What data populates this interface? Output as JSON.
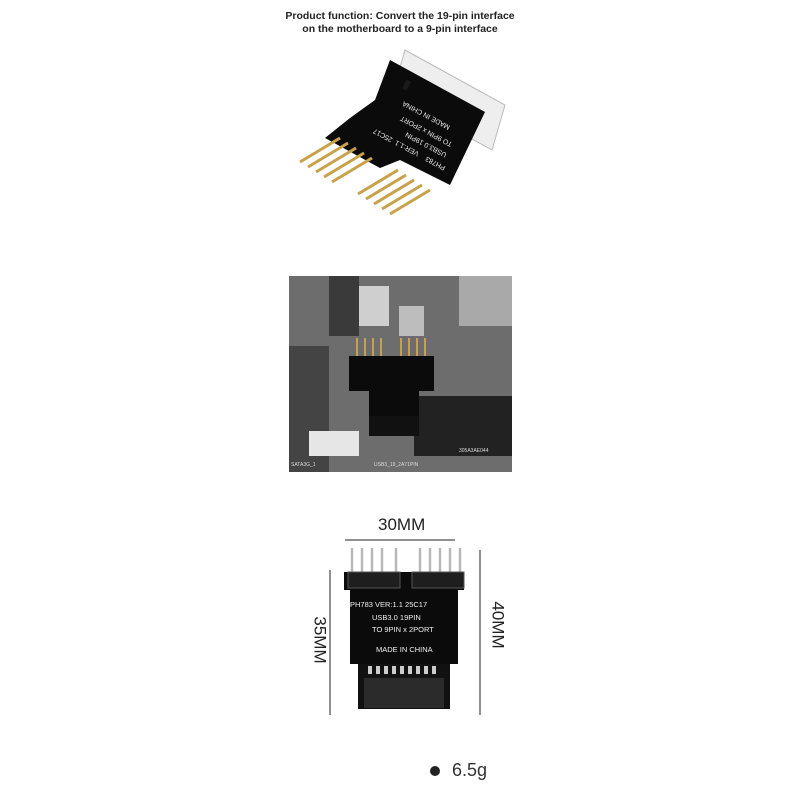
{
  "title_line1": "Product function: Convert the 19-pin interface",
  "title_line2": "on the motherboard to a 9-pin interface",
  "board": {
    "line1": "PH783   VER:1.1   25C17",
    "line2": "USB3.0 19PIN",
    "line3": "TO 9PIN x  2PORT",
    "line4": "MADE IN CHINA"
  },
  "photo1_board": {
    "l1": "PH783",
    "l2": "VER:1.1",
    "l3": "25C17",
    "l4": "USB3.0 19PIN",
    "l5": "TO 9PIN x 2PORT",
    "l6": "MADE IN CHINA"
  },
  "motherboard": {
    "label1": "SATA3G_1",
    "label2": "USB3_19_2A71PIN",
    "label3": "305A3AE044"
  },
  "dims": {
    "width": "30MM",
    "height_left": "35MM",
    "height_right": "40MM"
  },
  "weight": "6.5g",
  "colors": {
    "pcb": "#0b0b0b",
    "pin": "#c8a24a",
    "text": "#222222"
  }
}
